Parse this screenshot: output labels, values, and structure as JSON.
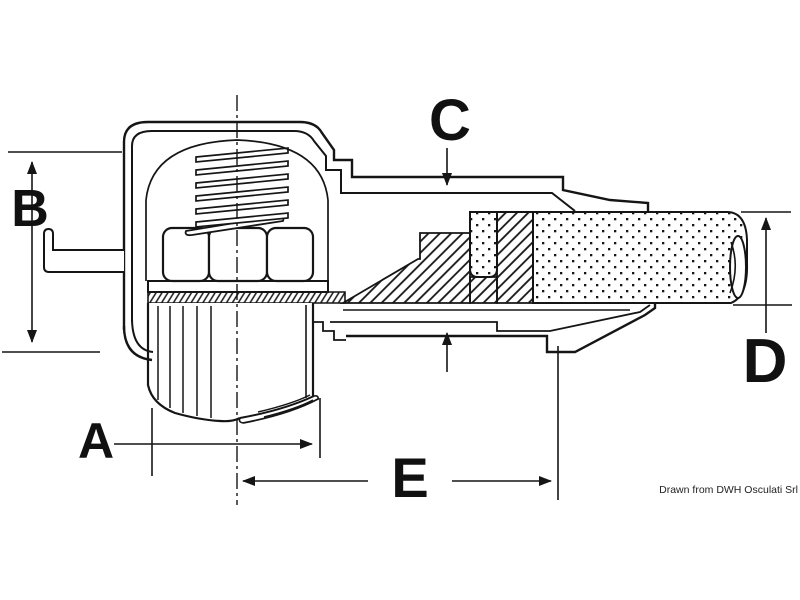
{
  "figure": {
    "kind": "technical-cross-section-drawing",
    "background": "#ffffff",
    "ink": "#151515",
    "dimension_labels": {
      "a": "A",
      "b": "B",
      "c": "C",
      "d": "D",
      "e": "E"
    },
    "caption": "Drawn from DWH Osculati Srl"
  }
}
